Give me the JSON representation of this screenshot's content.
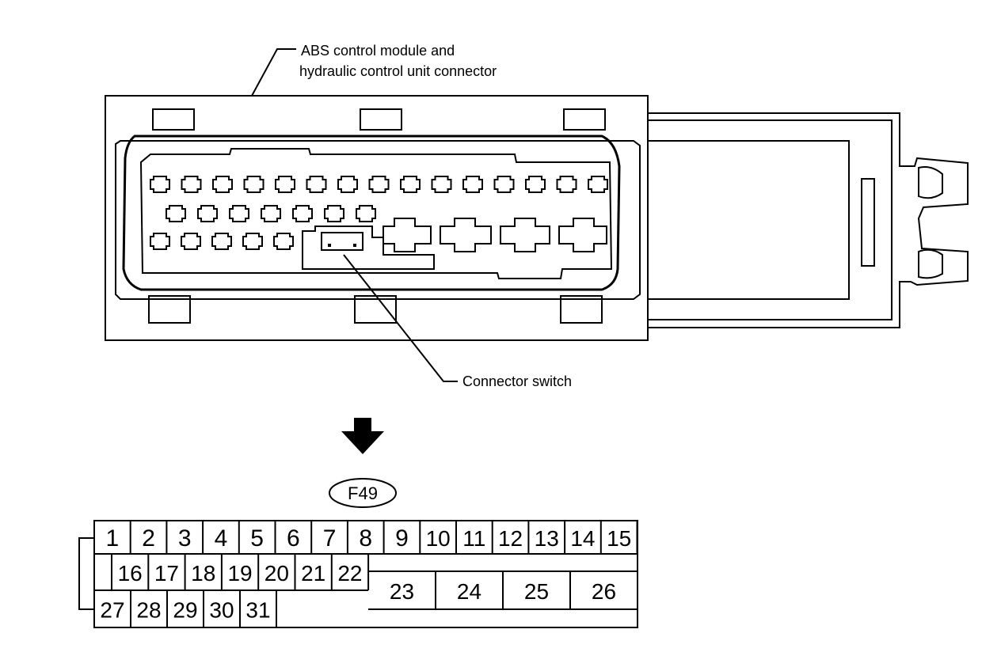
{
  "labels": {
    "module": "ABS control module and",
    "module_line2": "hydraulic control unit connector",
    "switch": "Connector switch",
    "connector_code": "F49"
  },
  "pinout": {
    "row1": [
      "1",
      "2",
      "3",
      "4",
      "5",
      "6",
      "7",
      "8",
      "9",
      "10",
      "11",
      "12",
      "13",
      "14",
      "15"
    ],
    "row2": [
      "16",
      "17",
      "18",
      "19",
      "20",
      "21",
      "22"
    ],
    "row2_large": [
      "23",
      "24",
      "25",
      "26"
    ],
    "row3": [
      "27",
      "28",
      "29",
      "30",
      "31"
    ]
  }
}
